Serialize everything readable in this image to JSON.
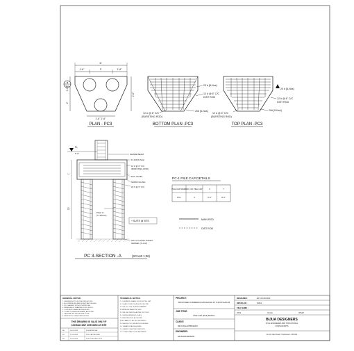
{
  "plan_pc3": {
    "title": "PLAN - PC3",
    "dim_top_total": "6'",
    "dim_top_left": "1'-6\"",
    "dim_top_mid": "3'",
    "dim_top_right": "1'-6\"",
    "dim_bottom": "1'-6\"   1'-6\"",
    "dim_left": "1'-6\"",
    "dim_left2": "2'",
    "dim_right": "1'-6\"",
    "section_tag": "A",
    "section_tag_sub": "SEC"
  },
  "bottom_plan": {
    "title": "BOTTOM PLAN -PC3",
    "label_nos": "20 # [8-Nos]",
    "label_dist": "12 # @ 6\" C/C",
    "label_dist2": "DIST ROD",
    "label_nos2": "20# [5-Nos]",
    "label_bursting": "12 # @ 6\" C/C",
    "label_bursting2": "(BURSTING ROD)"
  },
  "top_plan": {
    "title": "TOP PLAN -PC3",
    "label_nos": "20 # [8-Nos]",
    "label_dist": "12 # @ 6\" C/C",
    "label_dist2": "DIST ROD",
    "label_bursting": "12 # @ 6\" C/C",
    "label_bursting2": "(BURSTING ROD)",
    "label_nos2": "20# [5-Nos]"
  },
  "section_a": {
    "title": "PC 3-SECTION -A",
    "scale": "(SCALE 1:36)",
    "level": "FL",
    "level_sub": "5'-0\"",
    "notes": [
      "GRADE BEAM",
      "8- 20# [8-Nos]",
      "12 # @ 6\" C/C",
      "(BURSTING ROD)",
      "PCC LEVEL",
      "SAND FILLING",
      "18 # @ 6\" C/C",
      "PILE 'A'",
      "(TYPICAL)",
      "SILTY CLAYEY SANDY",
      "GRAVEL (S-1-M)"
    ],
    "suite_label": "+ SUITE @ SITE",
    "dim_vertical": "1'",
    "dim_depth": "30'"
  },
  "pile_cap_details": {
    "title": "PC-1 PILE CAP DETAILS",
    "headers": [
      "PILE CAP MARK",
      "NO. OF PILE CAP",
      "X",
      "Y"
    ],
    "rows": [
      [
        "PC1",
        "3",
        "6'-0\"",
        "8'-0\""
      ]
    ]
  },
  "legend": {
    "main_rod": "MAIN ROD",
    "dist_rod": "DIST ROD"
  },
  "title_block": {
    "general_notes_title": "GENERAL NOTES:",
    "general_notes": [
      "1. DIMENSIONS TO BE CHECKED AT SITE.",
      "2. ALL DIMENSIONS ARE IN FEET AND INCHES.",
      "3. NO CHANGES WITHOUT APPROVAL.",
      "4. REFER ARCH. DRAWINGS FOR LEVELS.",
      "5. CONCRETE GRADE AS SPECIFIED.",
      "6. COVER TO REINFORCEMENT AS NOTED.",
      "7. LAPS AND SPLICES AS PER CODE.",
      "8. READ WITH CONSULTANT NOTES."
    ],
    "notice_line1": "THIS DRAWING IS VALID ONLY IF",
    "notice_line2": "CONSULTANT CHECKED AT SITE",
    "revision_rows": [
      [
        "R0",
        "06-01-2024",
        "FOR APPROVAL"
      ],
      [
        "R1",
        "12-01-2024",
        "PILE CAP REVISED"
      ],
      [
        "R2",
        "20-01-2024",
        "FOR CONSTRUCTION"
      ]
    ],
    "technical_notes_title": "TECHNICAL NOTES:",
    "technical_notes": [
      "1. CONCRETE GRADE M 25 FOR PILE CAP.",
      "2. CLEAR COVER 75 MM FOR PILE CAP.",
      "3. PILE CUT OFF LEVEL AS MARKED.",
      "4. REINFORCEMENT FE 500D.",
      "5. PILE CAP CASTING AFTER PILE TEST.",
      "6. CURING MINIMUM 14 DAYS.",
      "7. BURSTING ROD AS SHOWN.",
      "8. ALL BARS TO BE TIED PROPERLY.",
      "9. PLACING OF CONCRETE IN LAYERS.",
      "10. VIBRATION AS REQUIRED.",
      "11. SUBMIT CUBE TEST REPORTS.",
      "12. CONSULTANT TO BE INFORMED."
    ],
    "project_label": "PROJECT:",
    "project_value": "PROPOSED COMMERCIAL BUILDING AT THOOTHUKUDI",
    "job_label": "JOB TITLE:",
    "job_value": "PILE CAP (PC3) DETAIL",
    "client_label": "CLIENT:",
    "client_value": "MR.N.KALAIPPASAMY",
    "engineer_label": "ENGINEER:",
    "engineer_value": "ER.SANKARAMAN",
    "designed_label": "DESIGNED :",
    "designed_value": "ER.S.RAJKUMAR",
    "detailed_label": "DETAILED :",
    "detailed_value": "SMILE",
    "file_label": "FILE NAME :",
    "date_label": "DATE",
    "scale_label": "SCALE",
    "sheet_label": "SHEET",
    "firm_name": "BIJUA DESIGNERS",
    "firm_line1": "CIVIL ENGINEERS AND STRUCTURAL",
    "firm_line2": "CONSULTANTS",
    "firm_address": "No.12, Main Road, Thoothukudi - 628 002"
  }
}
